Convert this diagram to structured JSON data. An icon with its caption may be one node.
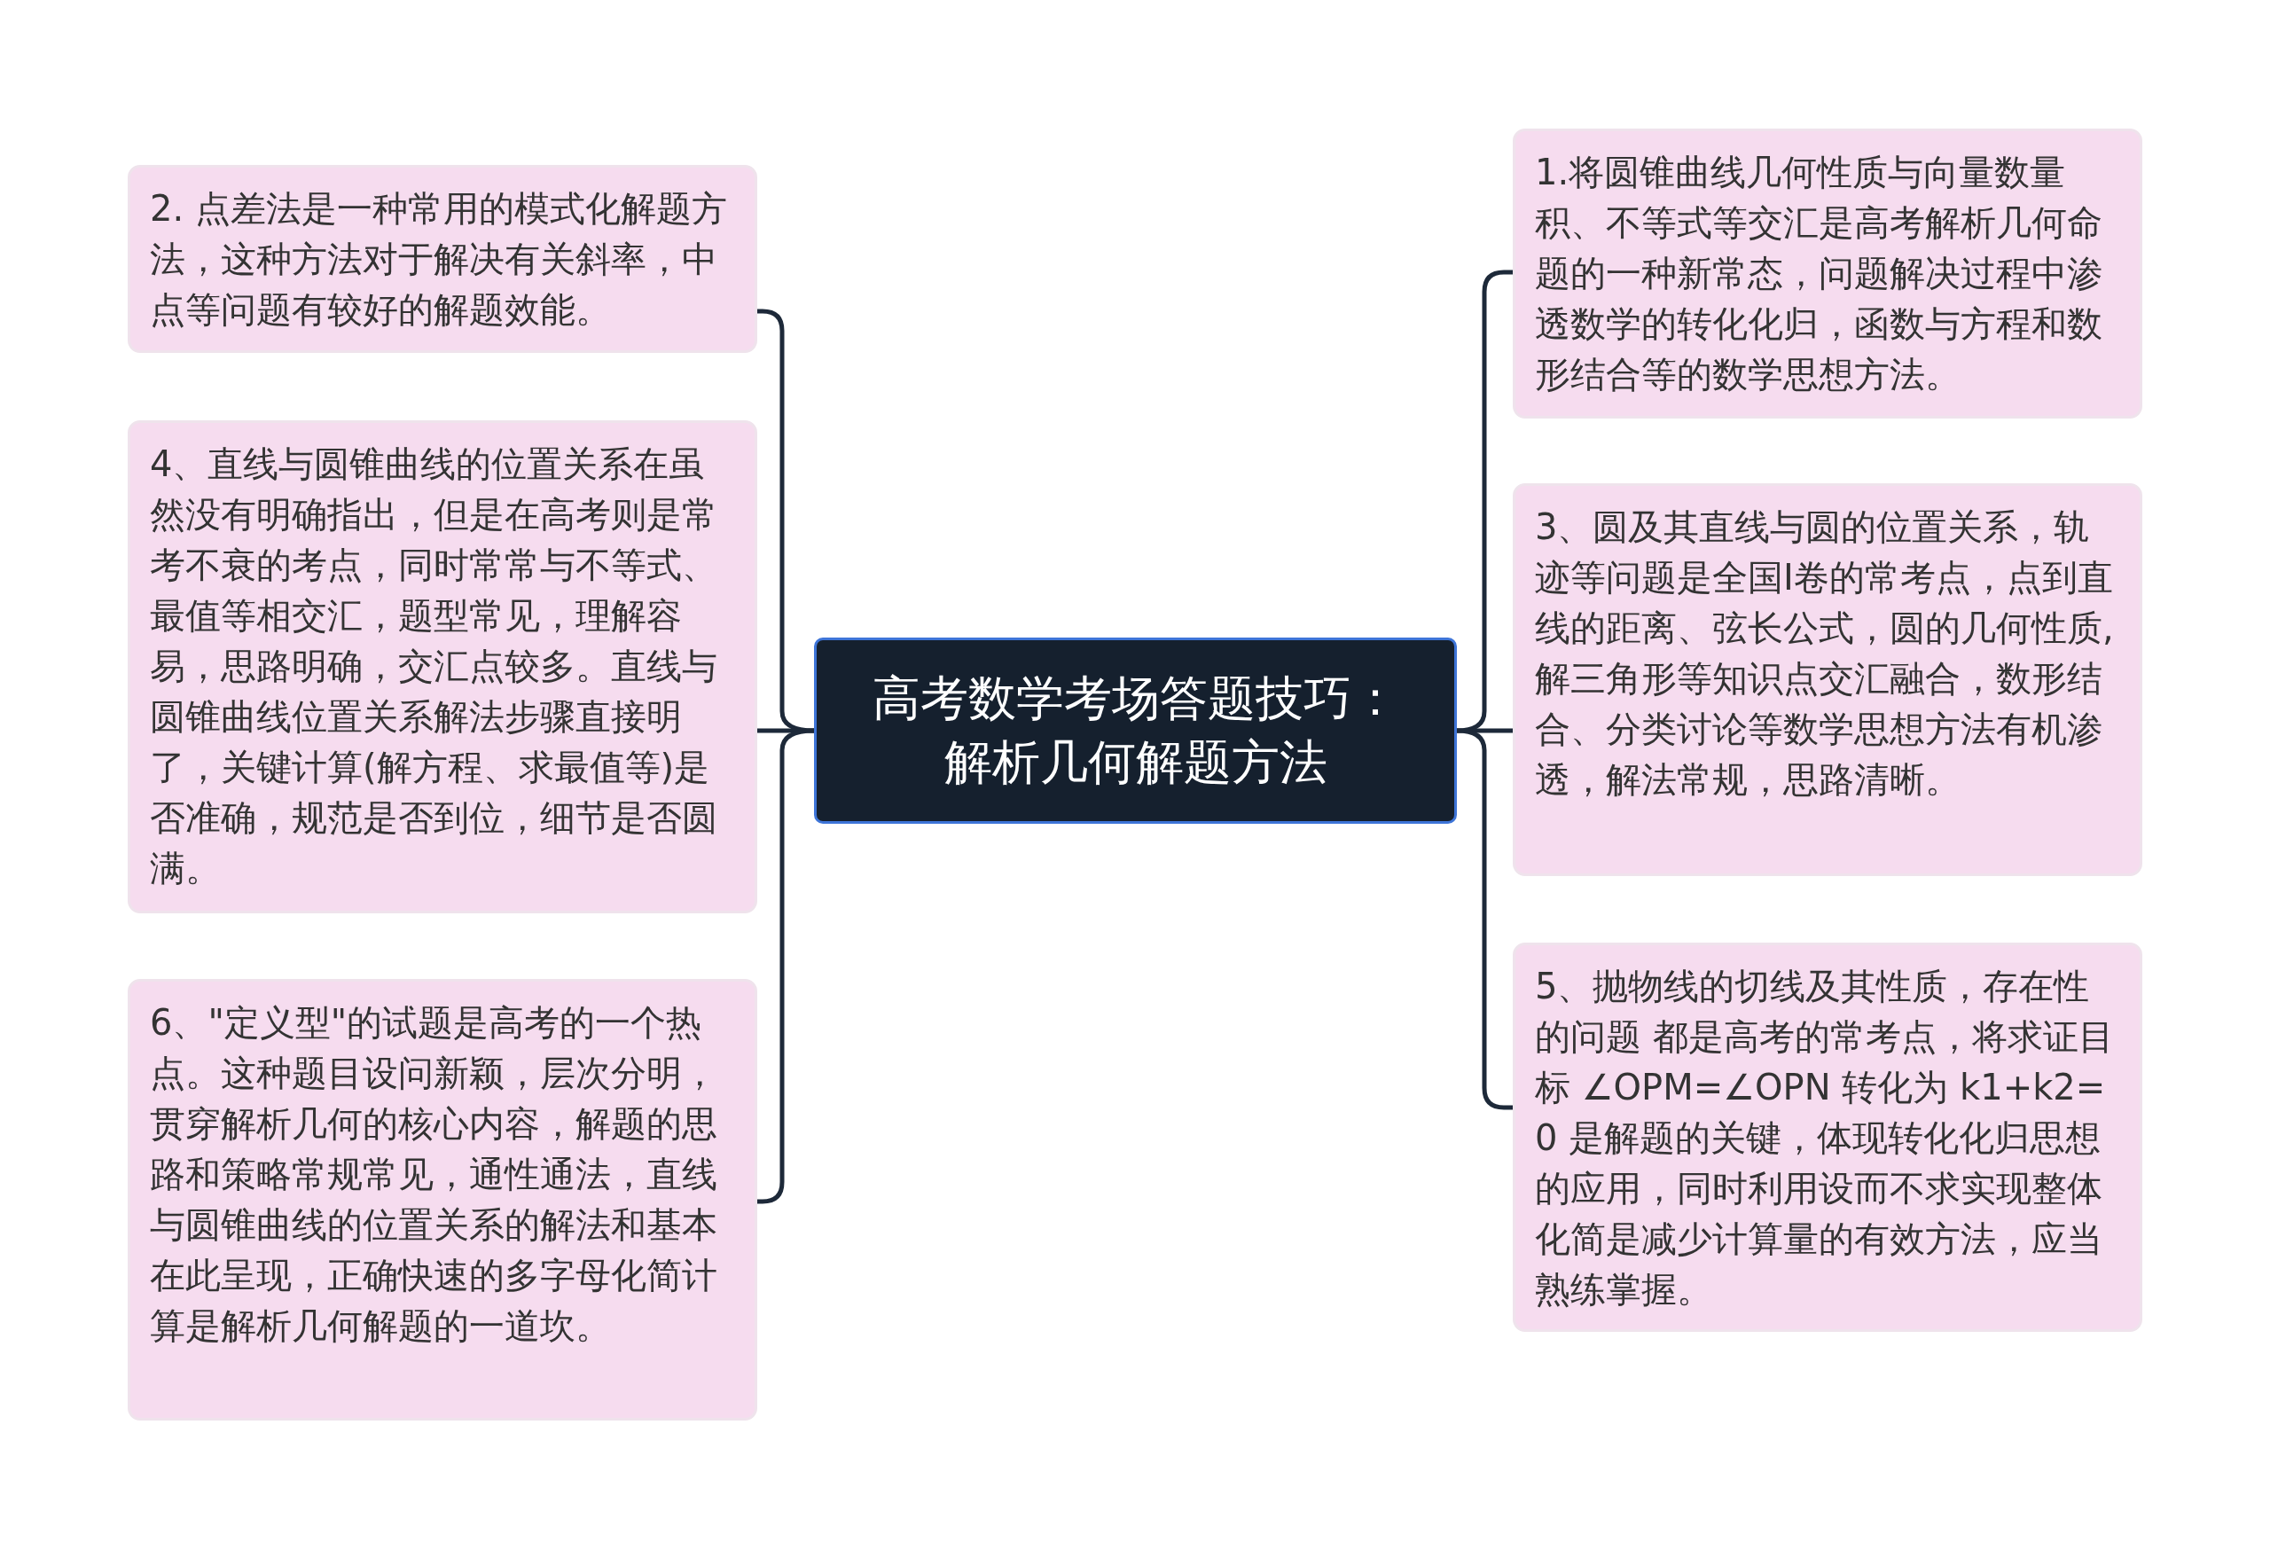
{
  "diagram": {
    "nodes": [
      {
        "text": [
          "高考数学考场答题技巧：解析几何解题方法"
        ]
      },
      {
        "text": [
          "1.将圆锥曲线几何性质与向量数量积、不等式等交汇是高考解析几何命题的一种新常态，问题解决过程中渗透数学的转化化归，函数与方程和数形结合等的数学思想方法。"
        ]
      },
      {
        "text": [
          "2. 点差法是一种常用的模式化解题方法，这种方法对于解决有关斜率，中点等问题有较好的解题效能。"
        ]
      },
      {
        "text": [
          "3、圆及其直线与圆的位置关系，轨迹等问题是全国I卷的常考点，点到直线的距离、弦长公式，圆的几何性质,解三角形等知识点交汇融合，数形结合、分类讨论等数学思想方法有机渗透，解法常规，思路清晰。"
        ]
      },
      {
        "text": [
          "4、直线与圆锥曲线的位置关系在虽然没有明确指出，但是在高考则是常考不衰的考点，同时常常与不等式、最值等相交汇，题型常见，理解容易，思路明确，交汇点较多。直线与圆锥曲线位置关系解法步骤直接明了，关键计算(解方程、求最值等)是否准确，规范是否到位，细节是否圆满。"
        ]
      },
      {
        "text": [
          "5、抛物线的切线及其性质，存在性的问题 都是高考的常考点，将求证目标 ∠OPM=∠OPN 转化为 k1+k2=0 是解题的关键，体现转化化归思想的应用，同时利用设而不求实现整体化简是减少计算量的有效方法，应当熟练掌握。"
        ]
      },
      {
        "text": [
          "6、\"定义型\"的试题是高考的一个热点。这种题目设问新颖，层次分明，贯穿解析几何的核心内容，解题的思路和策略常规常见，通性通法，直线与圆锥曲线的位置关系的解法和基本在此呈现，正确快速的多字母化简计算是解析几何解题的一道坎。"
        ]
      }
    ],
    "edges": [
      {
        "from": 0,
        "to": 1,
        "arrow": "none"
      },
      {
        "from": 0,
        "to": 2,
        "arrow": "none"
      },
      {
        "from": 0,
        "to": 3,
        "arrow": "none"
      },
      {
        "from": 0,
        "to": 4,
        "arrow": "none"
      },
      {
        "from": 0,
        "to": 5,
        "arrow": "none"
      },
      {
        "from": 0,
        "to": 6,
        "arrow": "none"
      }
    ]
  }
}
